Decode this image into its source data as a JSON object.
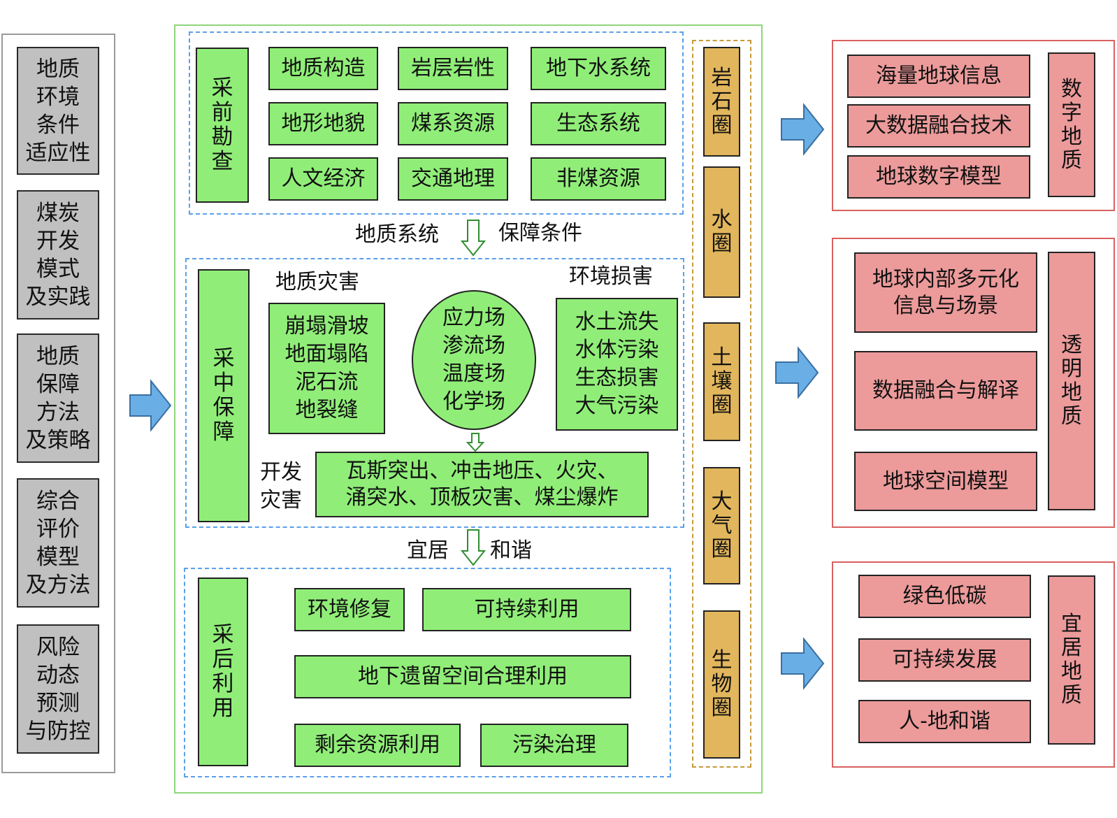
{
  "left_column": {
    "items": [
      "地质\n环境\n条件\n适应性",
      "煤炭\n开发\n模式\n及实践",
      "地质\n保障\n方法\n及策略",
      "综合\n评价\n模型\n及方法",
      "风险\n动态\n预测\n与防控"
    ]
  },
  "pre_mining": {
    "stage_label": "采前勘查",
    "grid": [
      "地质构造",
      "岩层岩性",
      "地下水系统",
      "地形地貌",
      "煤系资源",
      "生态系统",
      "人文经济",
      "交通地理",
      "非煤资源"
    ]
  },
  "connector_1": {
    "left": "地质系统",
    "right": "保障条件"
  },
  "mid_mining": {
    "stage_label": "采中保障",
    "geo_hazard_title": "地质灾害",
    "geo_hazard_items": "崩塌滑坡\n地面塌陷\n泥石流\n地裂缝",
    "fields": "应力场\n渗流场\n温度场\n化学场",
    "env_damage_title": "环境损害",
    "env_damage_items": "水土流失\n水体污染\n生态损害\n大气污染",
    "dev_hazard_title": "开发\n灾害",
    "dev_hazard_items": "瓦斯突出、冲击地压、火灾、\n涌突水、顶板灾害、煤尘爆炸"
  },
  "connector_2": {
    "left": "宜居",
    "right": "和谐"
  },
  "post_mining": {
    "stage_label": "采后利用",
    "items": {
      "env_repair": "环境修复",
      "sustainable_use": "可持续利用",
      "underground_space": "地下遗留空间合理利用",
      "residual_resource": "剩余资源利用",
      "pollution_control": "污染治理"
    }
  },
  "spheres": [
    "岩石圈",
    "水圈",
    "土壤圈",
    "大气圈",
    "生物圈"
  ],
  "digital_geology": {
    "label": "数字地质",
    "items": [
      "海量地球信息",
      "大数据融合技术",
      "地球数字模型"
    ]
  },
  "transparent_geology": {
    "label": "透明地质",
    "items": [
      "地球内部多元化\n信息与场景",
      "数据融合与解译",
      "地球空间模型"
    ]
  },
  "livable_geology": {
    "label": "宜居地质",
    "items": [
      "绿色低碳",
      "可持续发展",
      "人-地和谐"
    ]
  },
  "colors": {
    "gray_box": "#c0c0c0",
    "green_box": "#90ee78",
    "orange_box": "#e2b65c",
    "pink_box": "#ec9a9a",
    "blue_arrow": "#6aaee6",
    "green_border": "#8fd67a",
    "red_border": "#d96060",
    "blue_dash": "#5aa0e8"
  }
}
